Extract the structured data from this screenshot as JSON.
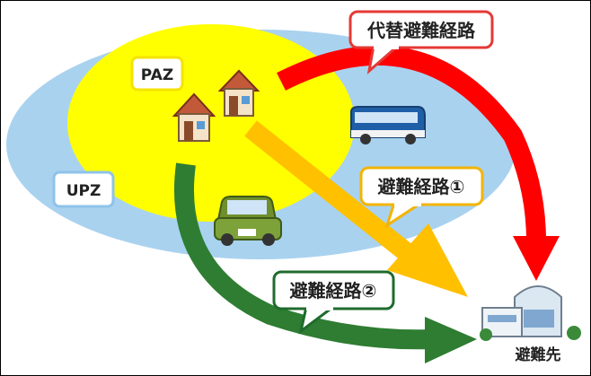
{
  "zones": {
    "paz": "PAZ",
    "upz": "UPZ"
  },
  "routes": {
    "alternate": "代替避難経路",
    "route1": "避難経路①",
    "route2": "避難経路②"
  },
  "destination": "避難先",
  "colors": {
    "upz_fill": "#a9d2ef",
    "paz_fill": "#ffff00",
    "alternate_arrow": "#ff0000",
    "route1_arrow": "#ffc000",
    "route2_arrow": "#2e7d32",
    "alternate_border": "#e53935",
    "route1_border": "#f3b400",
    "route2_border": "#1f6b2d"
  },
  "icons": [
    "house-icon",
    "house-icon",
    "bus-icon",
    "car-icon",
    "evacuation-building-icon"
  ]
}
